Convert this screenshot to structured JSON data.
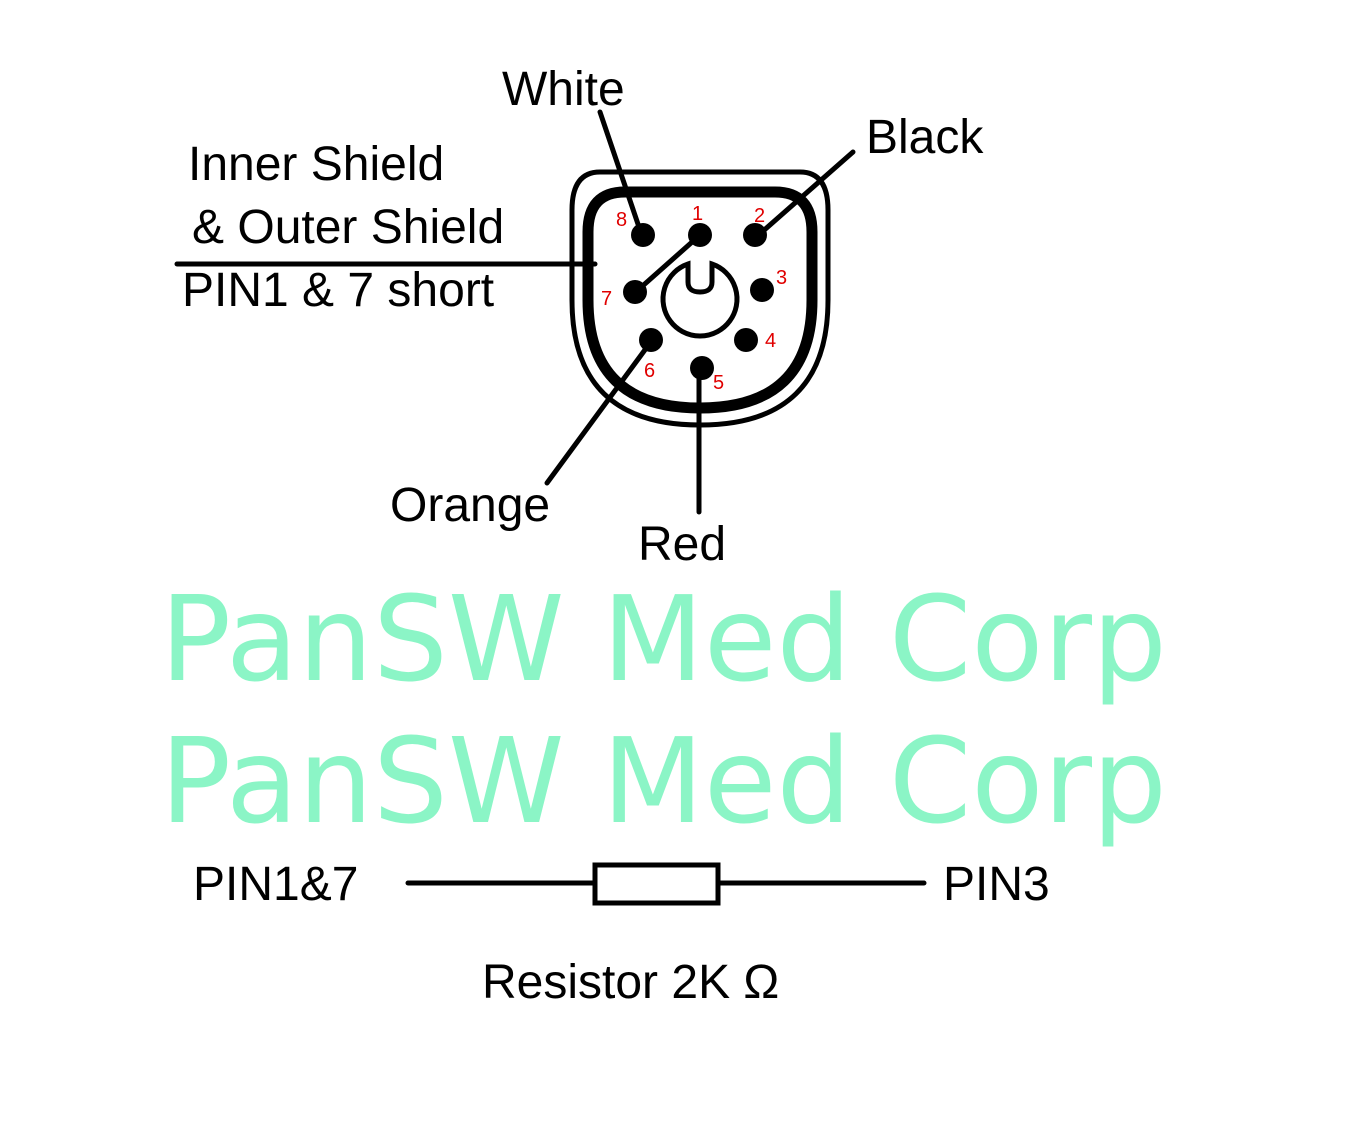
{
  "labels": {
    "white": "White",
    "black": "Black",
    "shield_line1": "Inner Shield",
    "shield_line2": "& Outer Shield",
    "shield_line3": "PIN1 & 7 short",
    "orange": "Orange",
    "red": "Red"
  },
  "pins": [
    "1",
    "2",
    "3",
    "4",
    "5",
    "6",
    "7",
    "8"
  ],
  "watermark": "PanSW Med Corp",
  "resistor": {
    "left": "PIN1&7",
    "right": "PIN3",
    "caption": "Resistor  2K Ω"
  },
  "colors": {
    "pin_number": "#e00000",
    "watermark": "#7ff5c0"
  }
}
